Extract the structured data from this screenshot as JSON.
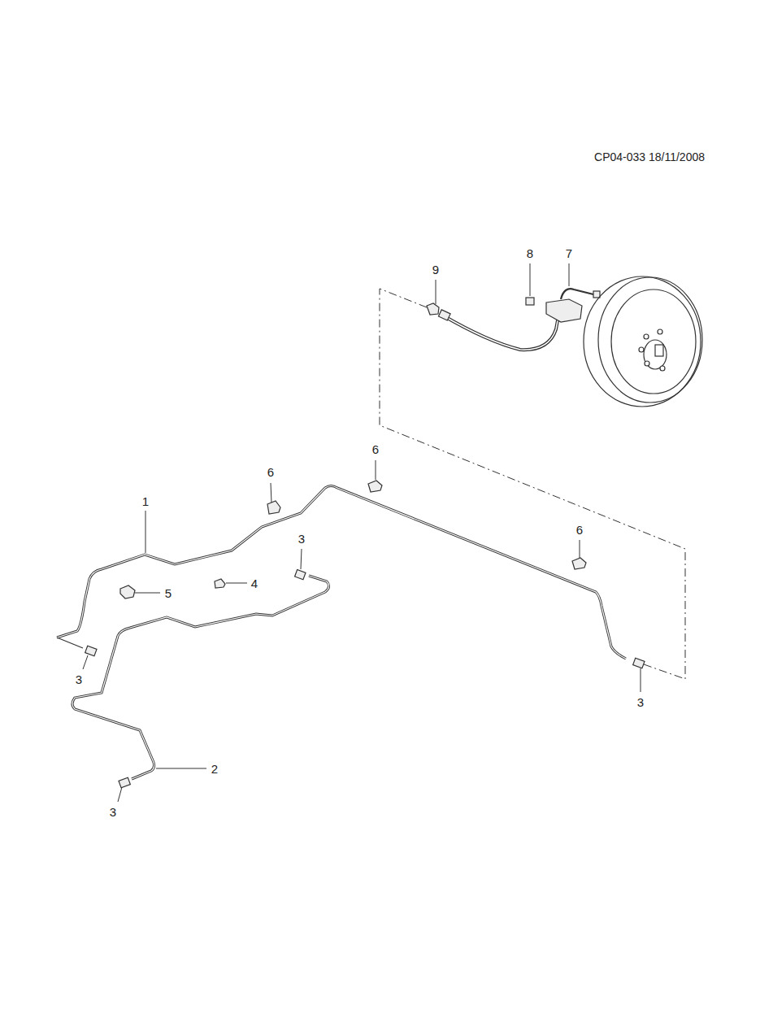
{
  "diagram": {
    "labels": [
      "CP04-033 18/11/2008",
      "8",
      "7",
      "9",
      "6",
      "6",
      "1",
      "6",
      "3",
      "4",
      "5",
      "3",
      "3",
      "2",
      "3"
    ]
  }
}
